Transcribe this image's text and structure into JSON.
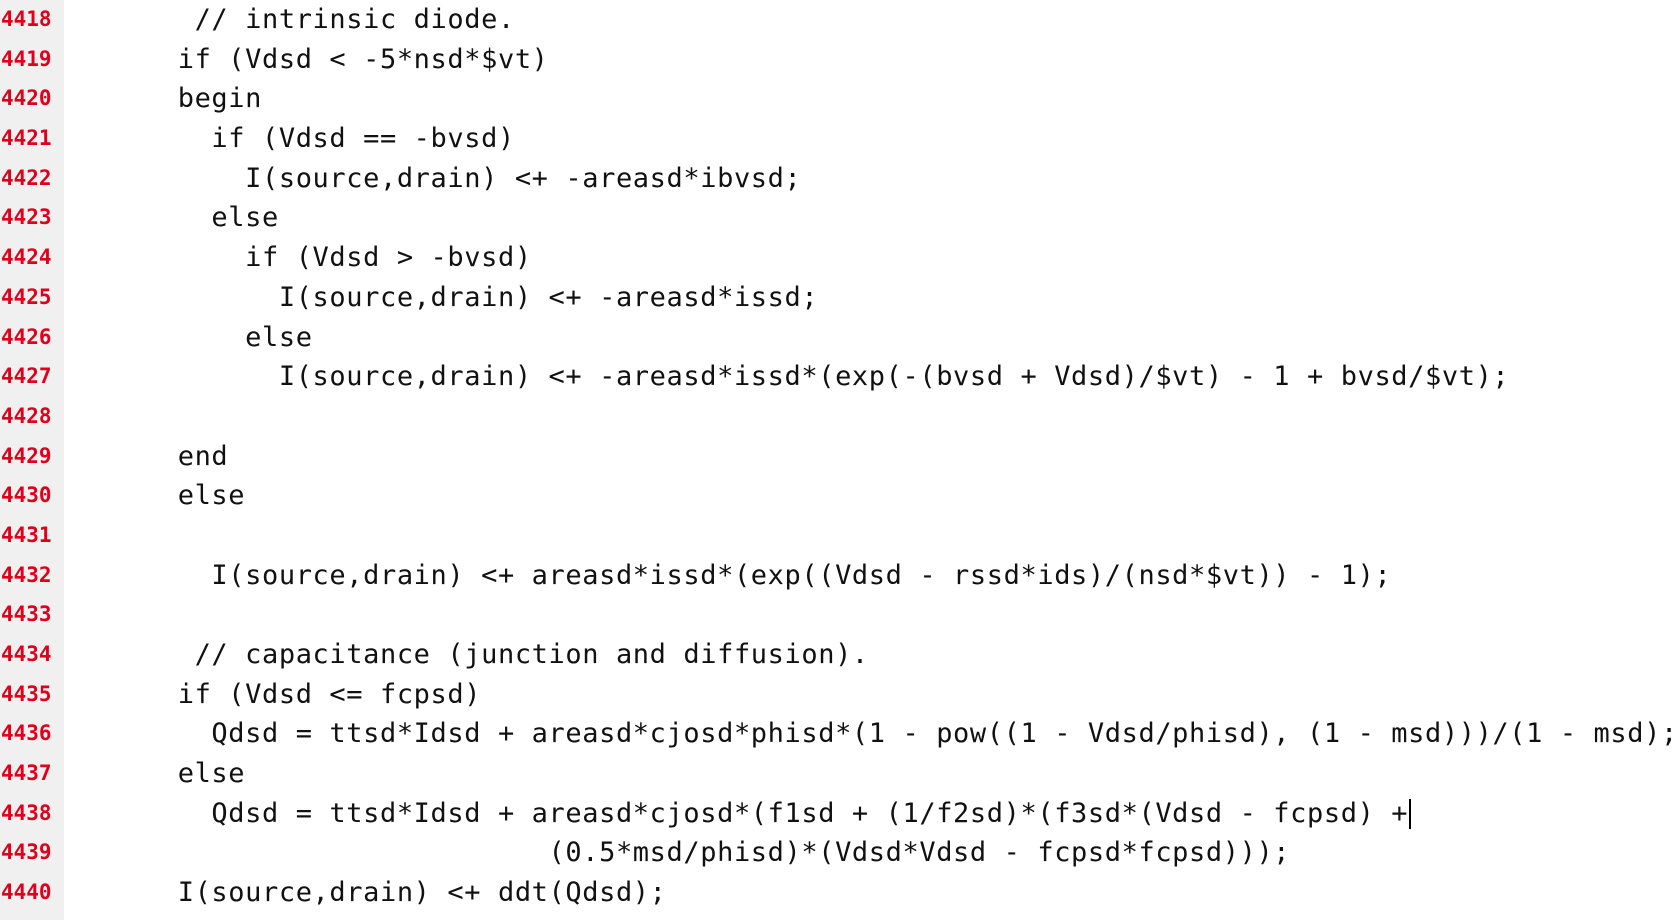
{
  "editor": {
    "lines": [
      {
        "number": "4418",
        "text": "   // intrinsic diode."
      },
      {
        "number": "4419",
        "text": "  if (Vdsd < -5*nsd*$vt)"
      },
      {
        "number": "4420",
        "text": "  begin"
      },
      {
        "number": "4421",
        "text": "    if (Vdsd == -bvsd)"
      },
      {
        "number": "4422",
        "text": "      I(source,drain) <+ -areasd*ibvsd;"
      },
      {
        "number": "4423",
        "text": "    else"
      },
      {
        "number": "4424",
        "text": "      if (Vdsd > -bvsd)"
      },
      {
        "number": "4425",
        "text": "        I(source,drain) <+ -areasd*issd;"
      },
      {
        "number": "4426",
        "text": "      else"
      },
      {
        "number": "4427",
        "text": "        I(source,drain) <+ -areasd*issd*(exp(-(bvsd + Vdsd)/$vt) - 1 + bvsd/$vt);"
      },
      {
        "number": "4428",
        "text": ""
      },
      {
        "number": "4429",
        "text": "  end"
      },
      {
        "number": "4430",
        "text": "  else"
      },
      {
        "number": "4431",
        "text": ""
      },
      {
        "number": "4432",
        "text": "    I(source,drain) <+ areasd*issd*(exp((Vdsd - rssd*ids)/(nsd*$vt)) - 1);"
      },
      {
        "number": "4433",
        "text": ""
      },
      {
        "number": "4434",
        "text": "   // capacitance (junction and diffusion)."
      },
      {
        "number": "4435",
        "text": "  if (Vdsd <= fcpsd)"
      },
      {
        "number": "4436",
        "text": "    Qdsd = ttsd*Idsd + areasd*cjosd*phisd*(1 - pow((1 - Vdsd/phisd), (1 - msd)))/(1 - msd);"
      },
      {
        "number": "4437",
        "text": "  else"
      },
      {
        "number": "4438",
        "text": "    Qdsd = ttsd*Idsd + areasd*cjosd*(f1sd + (1/f2sd)*(f3sd*(Vdsd - fcpsd) +"
      },
      {
        "number": "4439",
        "text": "                        (0.5*msd/phisd)*(Vdsd*Vdsd - fcpsd*fcpsd)));"
      },
      {
        "number": "4440",
        "text": "  I(source,drain) <+ ddt(Qdsd);"
      }
    ]
  },
  "colors": {
    "line_number": "#e0001b",
    "gutter_background": "#f0f0f0",
    "code_text": "#111111",
    "background": "#ffffff"
  }
}
